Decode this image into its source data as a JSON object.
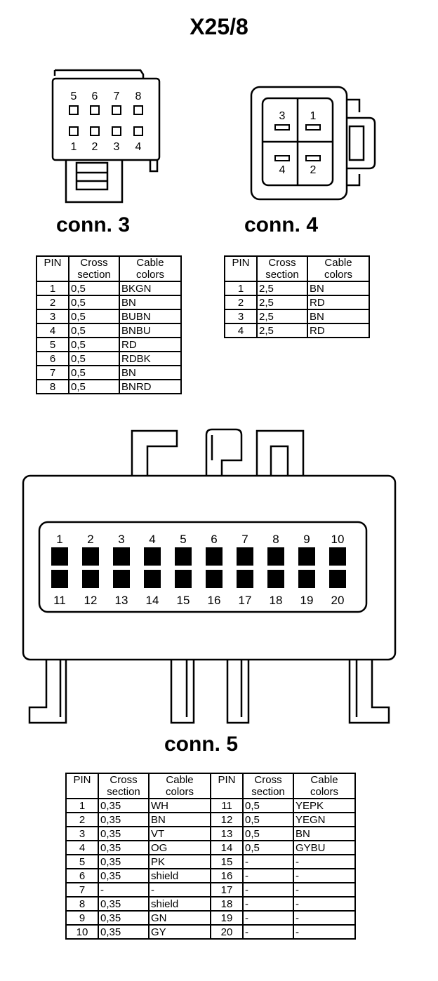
{
  "title": "X25/8",
  "conn3": {
    "label": "conn. 3",
    "top_pins": [
      "5",
      "6",
      "7",
      "8"
    ],
    "bottom_pins": [
      "1",
      "2",
      "3",
      "4"
    ],
    "headers": [
      "PIN",
      "Cross section",
      "Cable colors"
    ],
    "rows": [
      {
        "pin": "1",
        "cross": "0,5",
        "color": "BKGN"
      },
      {
        "pin": "2",
        "cross": "0,5",
        "color": "BN"
      },
      {
        "pin": "3",
        "cross": "0,5",
        "color": "BUBN"
      },
      {
        "pin": "4",
        "cross": "0,5",
        "color": "BNBU"
      },
      {
        "pin": "5",
        "cross": "0,5",
        "color": "RD"
      },
      {
        "pin": "6",
        "cross": "0,5",
        "color": "RDBK"
      },
      {
        "pin": "7",
        "cross": "0,5",
        "color": "BN"
      },
      {
        "pin": "8",
        "cross": "0,5",
        "color": "BNRD"
      }
    ]
  },
  "conn4": {
    "label": "conn. 4",
    "pins": [
      "3",
      "1",
      "4",
      "2"
    ],
    "headers": [
      "PIN",
      "Cross section",
      "Cable colors"
    ],
    "rows": [
      {
        "pin": "1",
        "cross": "2,5",
        "color": "BN"
      },
      {
        "pin": "2",
        "cross": "2,5",
        "color": "RD"
      },
      {
        "pin": "3",
        "cross": "2,5",
        "color": "BN"
      },
      {
        "pin": "4",
        "cross": "2,5",
        "color": "RD"
      }
    ]
  },
  "conn5": {
    "label": "conn. 5",
    "top_pins": [
      "1",
      "2",
      "3",
      "4",
      "5",
      "6",
      "7",
      "8",
      "9",
      "10"
    ],
    "bottom_pins": [
      "11",
      "12",
      "13",
      "14",
      "15",
      "16",
      "17",
      "18",
      "19",
      "20"
    ],
    "headers": [
      "PIN",
      "Cross section",
      "Cable colors",
      "PIN",
      "Cross section",
      "Cable colors"
    ],
    "rows": [
      {
        "pin": "1",
        "cross": "0,35",
        "color": "WH",
        "pin2": "11",
        "cross2": "0,5",
        "color2": "YEPK"
      },
      {
        "pin": "2",
        "cross": "0,35",
        "color": "BN",
        "pin2": "12",
        "cross2": "0,5",
        "color2": "YEGN"
      },
      {
        "pin": "3",
        "cross": "0,35",
        "color": "VT",
        "pin2": "13",
        "cross2": "0,5",
        "color2": "BN"
      },
      {
        "pin": "4",
        "cross": "0,35",
        "color": "OG",
        "pin2": "14",
        "cross2": "0,5",
        "color2": "GYBU"
      },
      {
        "pin": "5",
        "cross": "0,35",
        "color": "PK",
        "pin2": "15",
        "cross2": "-",
        "color2": "-"
      },
      {
        "pin": "6",
        "cross": "0,35",
        "color": "shield",
        "pin2": "16",
        "cross2": "-",
        "color2": "-"
      },
      {
        "pin": "7",
        "cross": "-",
        "color": "-",
        "pin2": "17",
        "cross2": "-",
        "color2": "-"
      },
      {
        "pin": "8",
        "cross": "0,35",
        "color": "shield",
        "pin2": "18",
        "cross2": "-",
        "color2": "-"
      },
      {
        "pin": "9",
        "cross": "0,35",
        "color": "GN",
        "pin2": "19",
        "cross2": "-",
        "color2": "-"
      },
      {
        "pin": "10",
        "cross": "0,35",
        "color": "GY",
        "pin2": "20",
        "cross2": "-",
        "color2": "-"
      }
    ]
  }
}
